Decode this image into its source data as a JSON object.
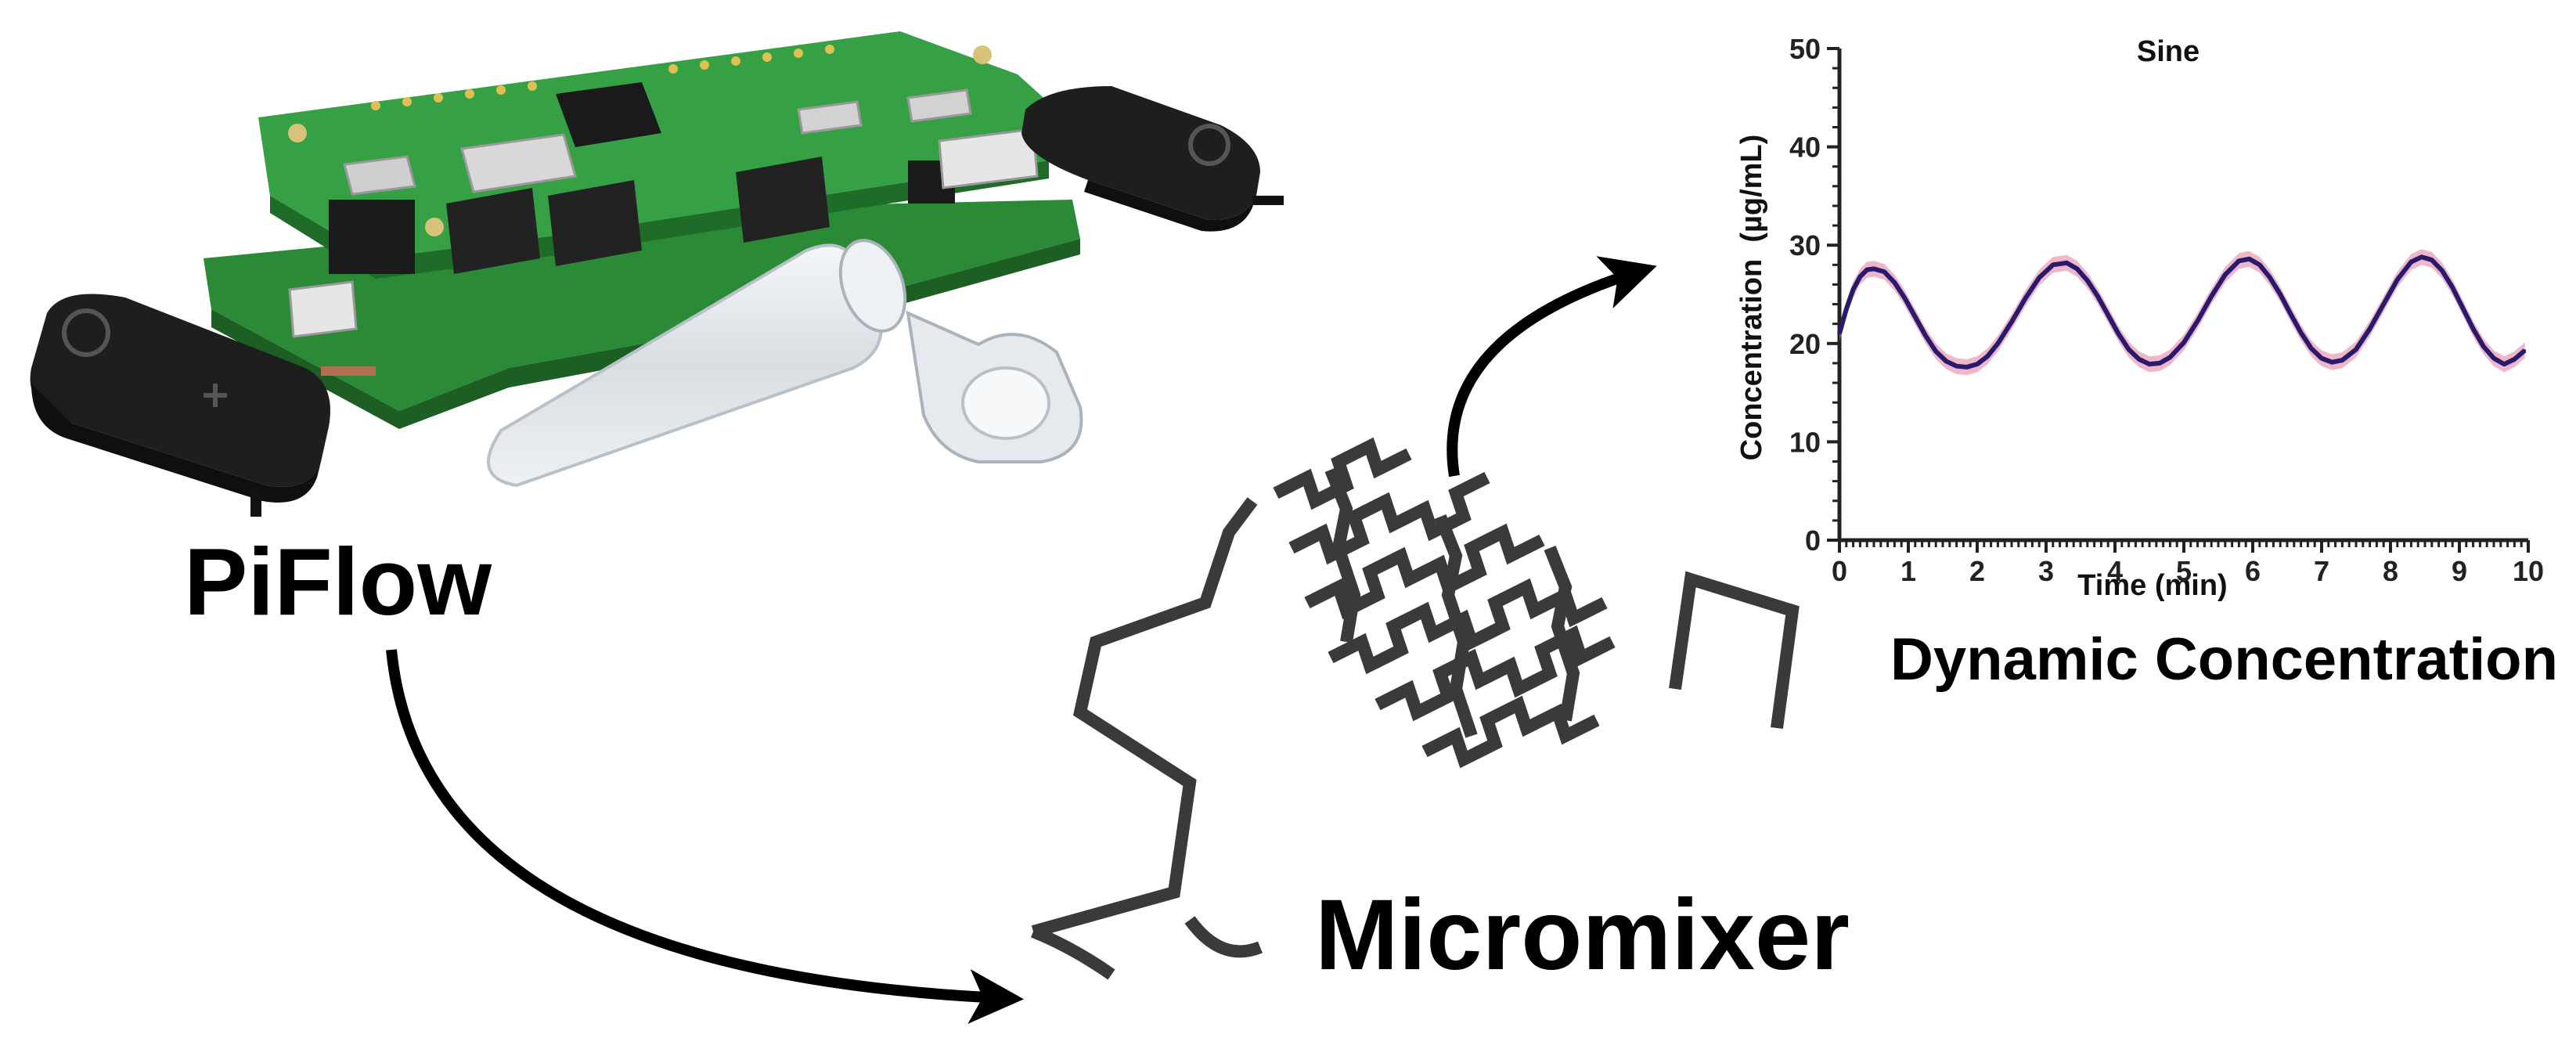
{
  "labels": {
    "piflow": "PiFlow",
    "micromixer": "Micromixer",
    "dynamic_concentration": "Dynamic Concentration"
  },
  "colors": {
    "pcb_green": "#2f8f3a",
    "pcb_dark": "#1f5f27",
    "enclosure_black": "#1e1e1e",
    "mixer_gray": "#3a3a3a",
    "arrow": "#000000",
    "series_line": "#2a1a6e",
    "series_band": "#e07a9a"
  },
  "icons": [
    "raspberry-pi-board-illustration",
    "pump-enclosure-left",
    "pump-enclosure-right",
    "microcentrifuge-tube-illustration",
    "micromixer-chip-illustration",
    "curved-arrow"
  ],
  "chart_data": {
    "type": "line",
    "title": "Sine",
    "xlabel": "Time (min)",
    "ylabel": "Concentration  (µg/mL)",
    "xlim": [
      0,
      10
    ],
    "ylim": [
      0,
      50
    ],
    "xticks": [
      "0",
      "1",
      "2",
      "3",
      "4",
      "5",
      "6",
      "7",
      "8",
      "9",
      "10"
    ],
    "yticks": [
      "0",
      "10",
      "20",
      "30",
      "40",
      "50"
    ],
    "grid": false,
    "series": [
      {
        "x": [
          0,
          0.1,
          0.2,
          0.3,
          0.4,
          0.5,
          0.65,
          0.8,
          0.95,
          1.1,
          1.25,
          1.4,
          1.55,
          1.7,
          1.85,
          2.0,
          2.15,
          2.3,
          2.5,
          2.7,
          2.9,
          3.1,
          3.3,
          3.45,
          3.6,
          3.75,
          3.9,
          4.05,
          4.2,
          4.35,
          4.5,
          4.65,
          4.8,
          5.0,
          5.2,
          5.4,
          5.6,
          5.8,
          5.95,
          6.1,
          6.25,
          6.4,
          6.55,
          6.7,
          6.85,
          7.0,
          7.15,
          7.3,
          7.5,
          7.7,
          7.9,
          8.1,
          8.3,
          8.45,
          8.6,
          8.75,
          8.9,
          9.05,
          9.2,
          9.35,
          9.5,
          9.65,
          9.8,
          9.95
        ],
        "values": [
          21.0,
          23.5,
          25.5,
          26.8,
          27.5,
          27.6,
          27.3,
          26.2,
          24.6,
          22.7,
          20.8,
          19.2,
          18.2,
          17.7,
          17.6,
          17.9,
          18.7,
          20.0,
          22.2,
          24.6,
          26.7,
          28.0,
          28.2,
          27.6,
          26.4,
          24.8,
          22.9,
          21.0,
          19.4,
          18.4,
          17.9,
          18.0,
          18.6,
          20.1,
          22.3,
          24.8,
          27.0,
          28.4,
          28.6,
          28.0,
          26.7,
          25.0,
          23.0,
          21.1,
          19.5,
          18.5,
          18.1,
          18.3,
          19.4,
          21.5,
          24.0,
          26.5,
          28.3,
          28.8,
          28.5,
          27.4,
          25.7,
          23.6,
          21.5,
          19.7,
          18.5,
          17.9,
          18.4,
          19.3
        ],
        "band": 0.8
      }
    ]
  }
}
